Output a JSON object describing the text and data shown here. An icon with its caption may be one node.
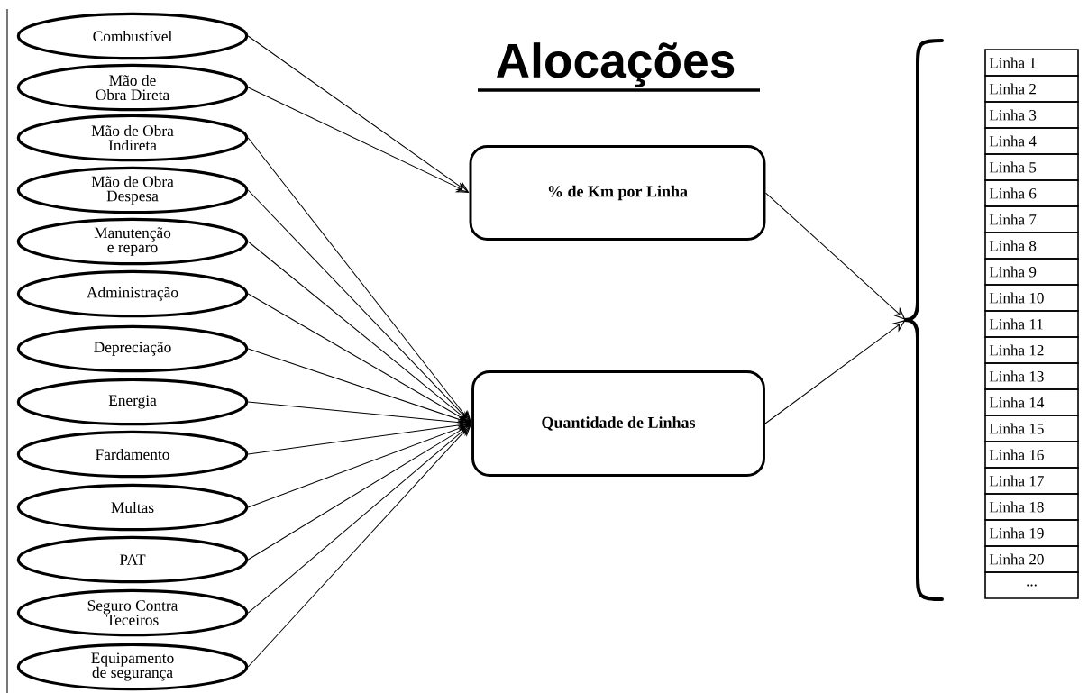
{
  "diagram": {
    "title": "Alocações",
    "nodes": [
      {
        "text": [
          "Combustível"
        ]
      },
      {
        "text": [
          "Mão de Obra Direta"
        ]
      },
      {
        "text": [
          "Mão de Obra Indireta"
        ]
      },
      {
        "text": [
          "Mão de Obra Despesa"
        ]
      },
      {
        "text": [
          "Manutenção e reparo"
        ]
      },
      {
        "text": [
          "Administração"
        ]
      },
      {
        "text": [
          "Depreciação"
        ]
      },
      {
        "text": [
          "Energia"
        ]
      },
      {
        "text": [
          "Fardamento"
        ]
      },
      {
        "text": [
          "Multas"
        ]
      },
      {
        "text": [
          "PAT"
        ]
      },
      {
        "text": [
          "Seguro Contra Teceiros"
        ]
      },
      {
        "text": [
          "Equipamento de segurança"
        ]
      },
      {
        "text": [
          "% de Km por Linha"
        ]
      },
      {
        "text": [
          "Quantidade de Linhas"
        ]
      },
      {
        "text": [],
        "shape": "brace"
      }
    ],
    "edges": [
      {
        "from": 0,
        "to": 13,
        "arrow": "to"
      },
      {
        "from": 1,
        "to": 13,
        "arrow": "to"
      },
      {
        "from": 2,
        "to": 14,
        "arrow": "to"
      },
      {
        "from": 3,
        "to": 14,
        "arrow": "to"
      },
      {
        "from": 4,
        "to": 14,
        "arrow": "to"
      },
      {
        "from": 5,
        "to": 14,
        "arrow": "to"
      },
      {
        "from": 6,
        "to": 14,
        "arrow": "to"
      },
      {
        "from": 7,
        "to": 14,
        "arrow": "to"
      },
      {
        "from": 8,
        "to": 14,
        "arrow": "to"
      },
      {
        "from": 9,
        "to": 14,
        "arrow": "to"
      },
      {
        "from": 10,
        "to": 14,
        "arrow": "to"
      },
      {
        "from": 11,
        "to": 14,
        "arrow": "to"
      },
      {
        "from": 12,
        "to": 14,
        "arrow": "to"
      },
      {
        "from": 13,
        "to": 15,
        "arrow": "to"
      },
      {
        "from": 14,
        "to": 15,
        "arrow": "to"
      }
    ],
    "labels": [
      "Linha 1",
      "Linha 2",
      "Linha 3",
      "Linha 4",
      "Linha 5",
      "Linha 6",
      "Linha 7",
      "Linha 8",
      "Linha 9",
      "Linha 10",
      "Linha 11",
      "Linha 12",
      "Linha 13",
      "Linha 14",
      "Linha 15",
      "Linha 16",
      "Linha 17",
      "Linha 18",
      "Linha 19",
      "Linha 20",
      "..."
    ]
  }
}
